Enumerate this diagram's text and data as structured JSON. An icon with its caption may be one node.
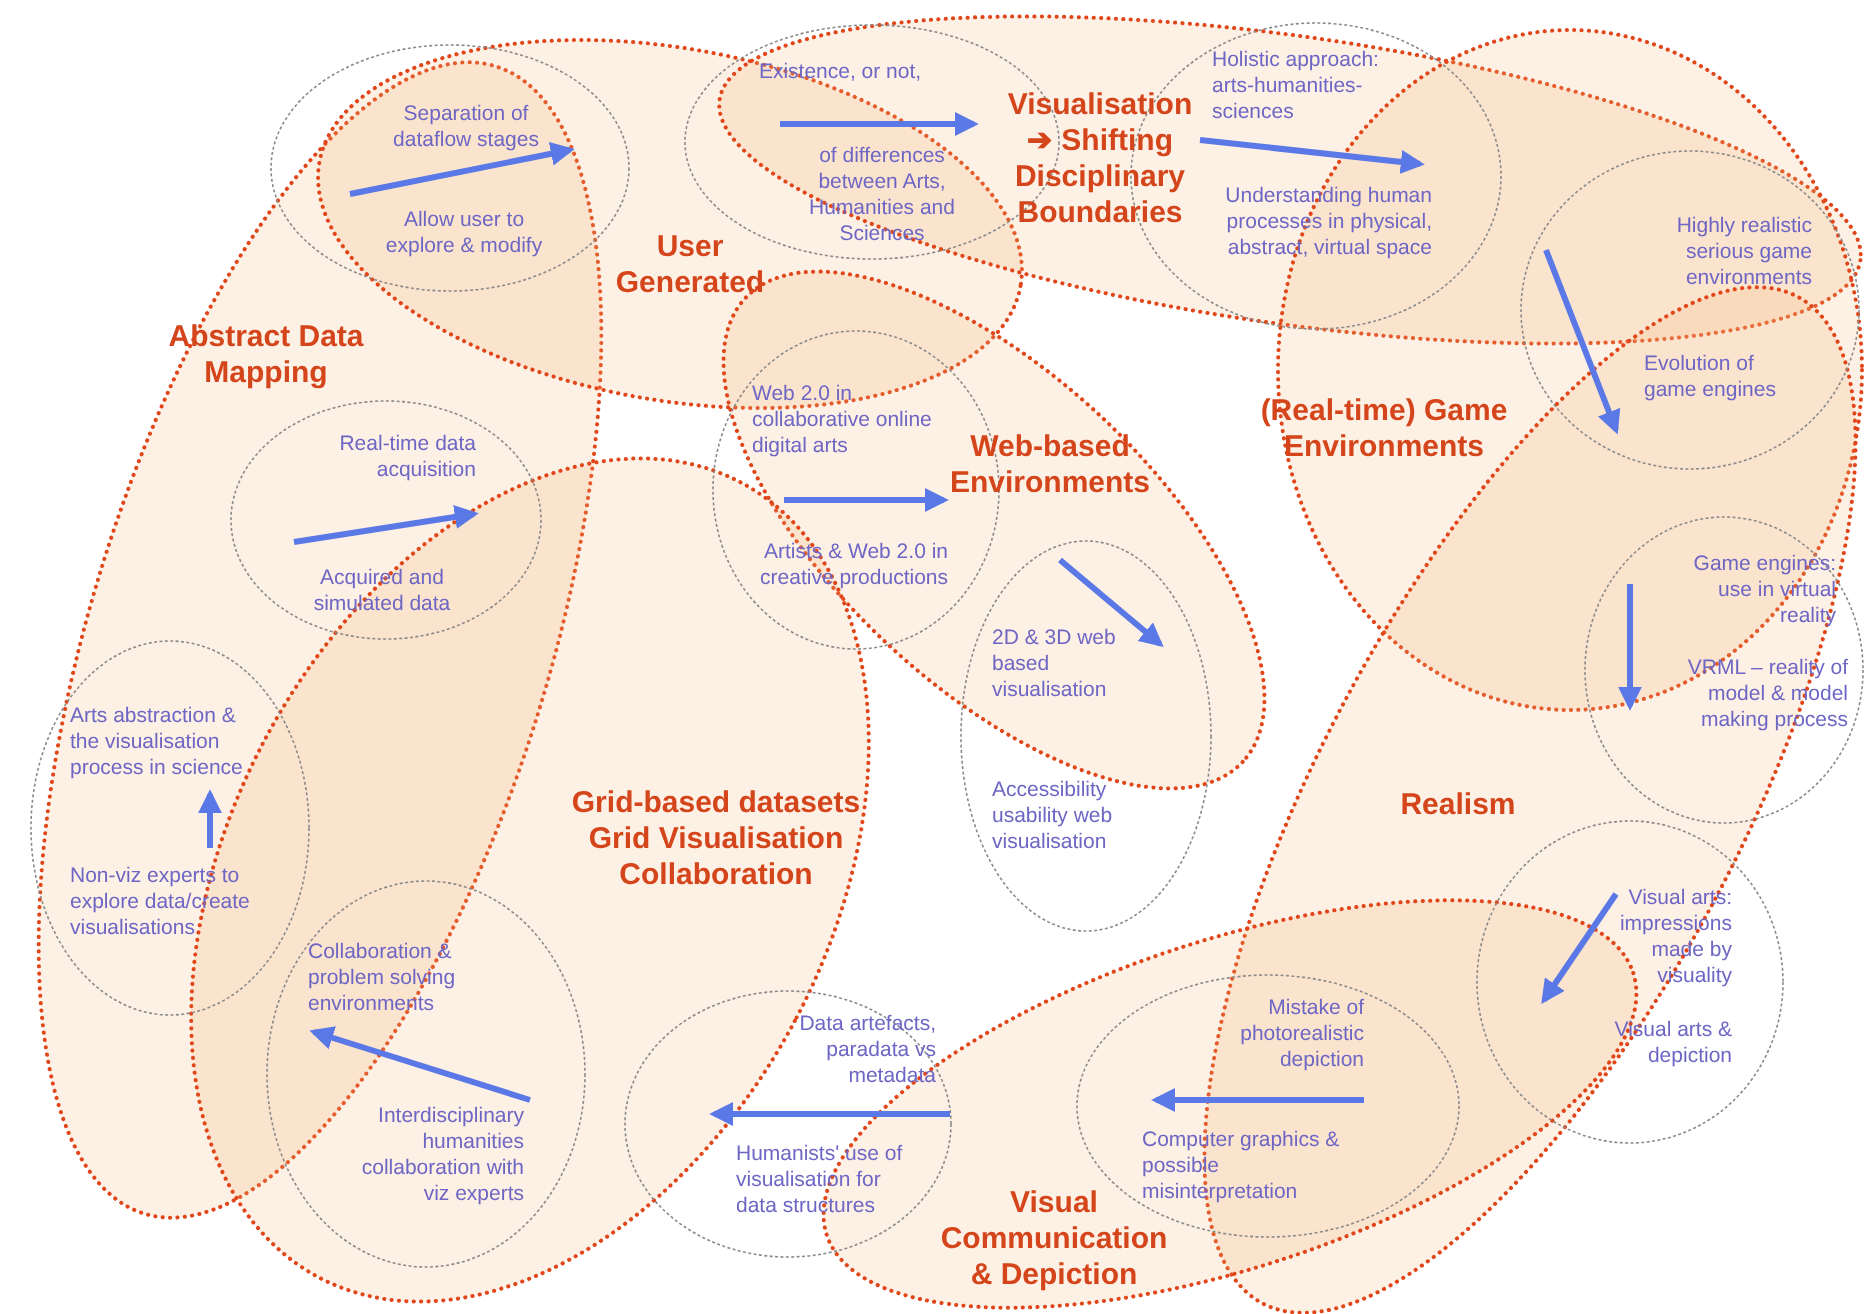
{
  "diagram": {
    "nodes": [
      {
        "text": [
          "Abstract Data Mapping"
        ]
      },
      {
        "text": [
          "User Generated"
        ]
      },
      {
        "text": [
          "Visualisation ➔ Shifting Disciplinary Boundaries"
        ]
      },
      {
        "text": [
          "Web-based Environments"
        ]
      },
      {
        "text": [
          "(Real-time) Game Environments"
        ]
      },
      {
        "text": [
          "Grid-based datasets Grid Visualisation Collaboration"
        ]
      },
      {
        "text": [
          "Realism"
        ]
      },
      {
        "text": [
          "Visual Communication & Depiction"
        ]
      },
      {
        "text": [
          "Separation of dataflow stages",
          "Allow user to explore & modify"
        ]
      },
      {
        "text": [
          "Existence, or not,",
          "of differences between Arts, Humanities and Sciences"
        ]
      },
      {
        "text": [
          "Holistic approach: arts-humanities-sciences",
          "Understanding human processes in physical, abstract, virtual space"
        ]
      },
      {
        "text": [
          "Highly realistic serious game environments",
          "Evolution of game engines"
        ]
      },
      {
        "text": [
          "Real-time data acquisition",
          "Acquired and simulated data"
        ]
      },
      {
        "text": [
          "Web 2.0 in collaborative online digital arts",
          "Artists & Web 2.0 in creative productions"
        ]
      },
      {
        "text": [
          "2D & 3D web based visualisation",
          "Accessibility usability web visualisation"
        ]
      },
      {
        "text": [
          "Game engines: use in virtual reality",
          "VRML – reality of model & model making process"
        ]
      },
      {
        "text": [
          "Arts abstraction & the visualisation process in science",
          "Non-viz experts to explore data/create visualisations"
        ]
      },
      {
        "text": [
          "Collaboration & problem solving environments",
          "Interdisciplinary humanities collaboration with viz experts"
        ]
      },
      {
        "text": [
          "Data artefacts, paradata vs metadata",
          "Humanists' use of visualisation for data structures"
        ]
      },
      {
        "text": [
          "Mistake of photorealistic depiction",
          "Computer graphics & possible misinterpretation"
        ]
      },
      {
        "text": [
          "Visual arts: impressions made by visuality",
          "Visual arts & depiction"
        ]
      }
    ]
  }
}
